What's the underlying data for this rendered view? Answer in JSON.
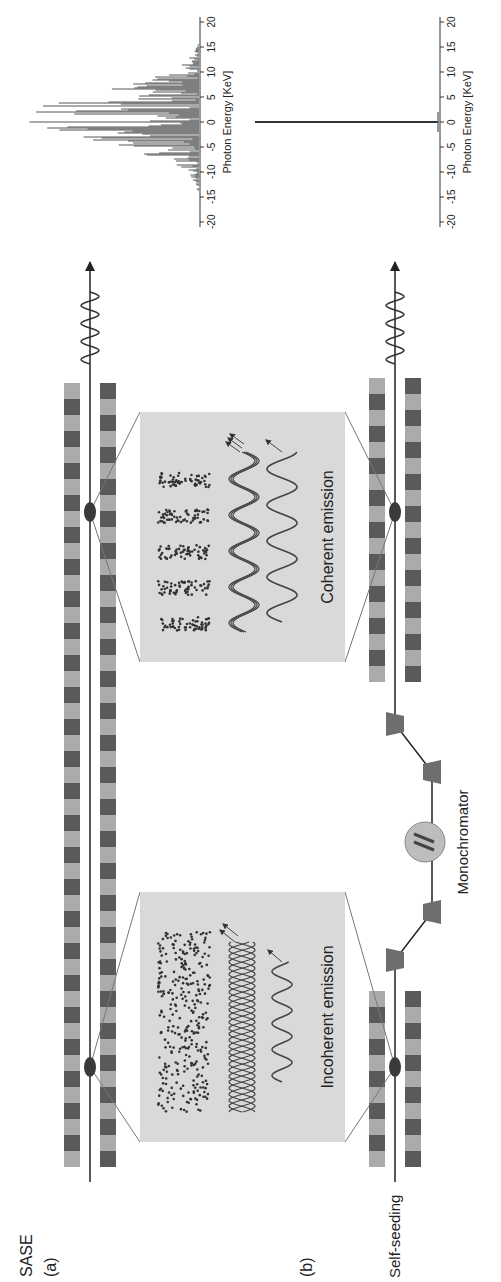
{
  "diagram": {
    "nodes": [
      {
        "text": [
          "Incoherent emission"
        ]
      },
      {
        "text": [
          "Coherent emission"
        ]
      }
    ],
    "labels": [
      "SASE",
      "(a)",
      "(b)",
      "Self-seeding",
      "Monochromator",
      "-20",
      "-15",
      "-10",
      "-5",
      "0",
      "5",
      "10",
      "15",
      "20",
      "Photon Energy [KeV]",
      "-20",
      "-15",
      "-10",
      "-5",
      "0",
      "5",
      "10",
      "15",
      "20",
      "Photon Energy [KeV]"
    ]
  }
}
